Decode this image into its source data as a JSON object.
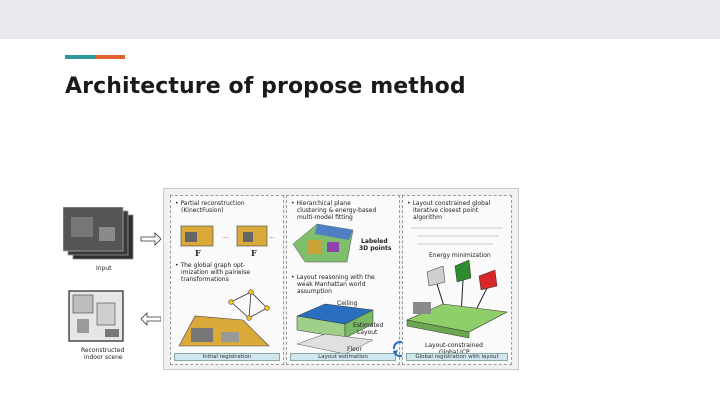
{
  "slide": {
    "title": "Architecture of propose method",
    "accent_colors": [
      "#2e9a9e",
      "#e0622a"
    ]
  },
  "figure": {
    "left": {
      "input_label": "Input",
      "scene_label_1": "Reconstructed",
      "scene_label_2": "indoor scene"
    },
    "panel1": {
      "b1_l1": "• Partial reconstruction",
      "b1_l2": "(KinectFusion)",
      "frame_a": "F",
      "frame_b": "F",
      "b2_l1": "• The global graph opt-",
      "b2_l2": "imization with pairwise",
      "b2_l3": "transformations",
      "bar": "Initial registration"
    },
    "panel2": {
      "b1_l1": "• Hierarchical plane",
      "b1_l2": "clustering & energy-based",
      "b1_l3": "multi-model fitting",
      "labeled_l1": "Labeled",
      "labeled_l2": "3D points",
      "b2_l1": "• Layout reasoning with the",
      "b2_l2": "weak Manhattan world",
      "b2_l3": "assumption",
      "ceiling": "Ceiling",
      "estimated_l1": "Estimated",
      "estimated_l2": "Layout",
      "floor": "Floor",
      "bar": "Layout estimation"
    },
    "panel3": {
      "b1_l1": "• Layout constrained global",
      "b1_l2": "iterative closest point",
      "b1_l3": "algorithm",
      "energy": "Energy minimization",
      "icp_l1": "Layout-constrained",
      "icp_l2": "Global ICP",
      "bar": "Global registration with layout"
    }
  }
}
